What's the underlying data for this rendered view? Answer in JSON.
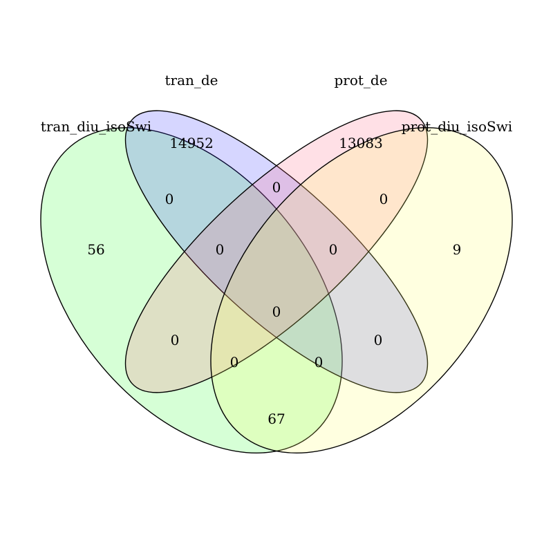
{
  "venn": {
    "sets": [
      {
        "name": "tran_diu_isoSwi",
        "color": "#33FF33"
      },
      {
        "name": "tran_de",
        "color": "#3333FF"
      },
      {
        "name": "prot_de",
        "color": "#FF6680"
      },
      {
        "name": "prot_diu_isoSwi",
        "color": "#FFFF66"
      }
    ],
    "regions": {
      "tran_diu_isoSwi_only": "56",
      "tran_de_only": "14952",
      "prot_de_only": "13083",
      "prot_diu_isoSwi_only": "9",
      "tran_diu_isoSwi__tran_de": "0",
      "tran_de__prot_de": "0",
      "prot_de__prot_diu_isoSwi": "0",
      "tran_diu_isoSwi__tran_de__prot_de": "0",
      "tran_de__prot_de__prot_diu_isoSwi": "0",
      "all_four": "0",
      "tran_diu_isoSwi__prot_de": "0",
      "tran_de__prot_diu_isoSwi": "0",
      "tran_diu_isoSwi__prot_de__prot_diu_isoSwi": "0",
      "tran_diu_isoSwi__tran_de__prot_diu_isoSwi": "0",
      "tran_diu_isoSwi__prot_diu_isoSwi": "67"
    }
  }
}
